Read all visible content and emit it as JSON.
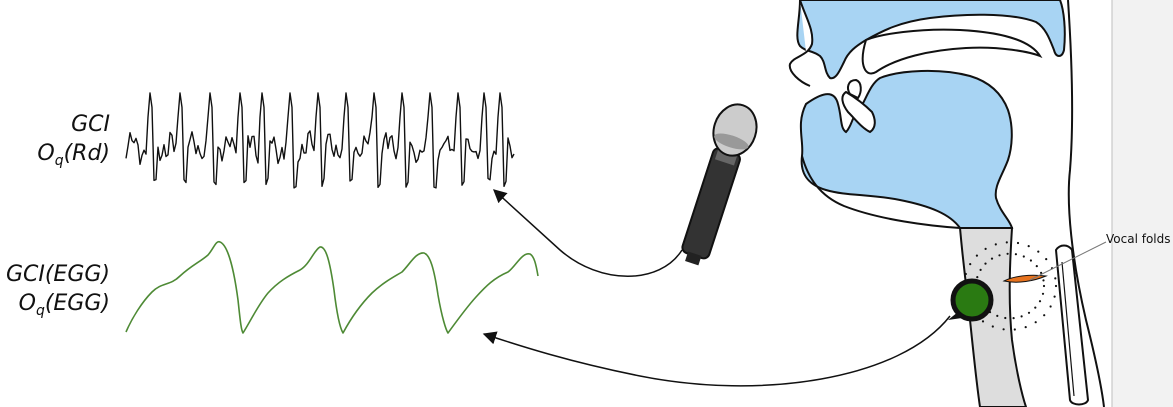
{
  "labels": {
    "audio_line1": "GCI",
    "audio_line2_main": "O",
    "audio_line2_sub": "q",
    "audio_line2_rest": "(Rd)",
    "egg_line1": "GCI(EGG)",
    "egg_line2_main": "O",
    "egg_line2_sub": "q",
    "egg_line2_rest": "(EGG)",
    "vocal_folds": "Vocal folds"
  },
  "colors": {
    "speech_wave": "#111111",
    "egg_wave": "#4e8a35",
    "tract_fill": "#a8d4f3",
    "trachea_fill": "#dddddd",
    "electrode": "#2a7a12",
    "vocal_folds": "#e8731e",
    "outline": "#111111"
  },
  "icons": [
    "microphone-icon",
    "egg-electrode-icon"
  ]
}
